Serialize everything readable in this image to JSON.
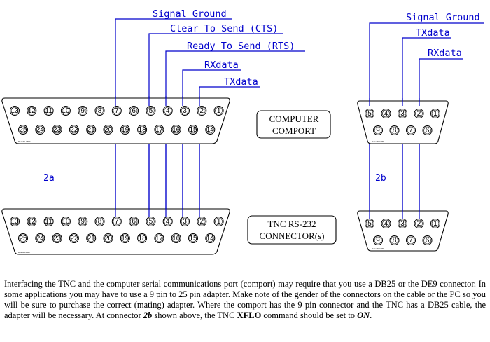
{
  "labels": {
    "db25_top": [
      "Signal Ground",
      "Clear To Send (CTS)",
      "Ready To Send (RTS)",
      "RXdata",
      "TXdata"
    ],
    "de9_top": [
      "Signal Ground",
      "TXdata",
      "RXdata"
    ]
  },
  "db25": {
    "row1": [
      "13",
      "12",
      "11",
      "10",
      "9",
      "8",
      "7",
      "6",
      "5",
      "4",
      "3",
      "2",
      "1"
    ],
    "row2": [
      "25",
      "24",
      "23",
      "22",
      "21",
      "20",
      "19",
      "18",
      "17",
      "16",
      "15",
      "14"
    ],
    "maker": "DesoRLAMP"
  },
  "de9": {
    "row1": [
      "5",
      "4",
      "3",
      "2",
      "1"
    ],
    "row2": [
      "9",
      "8",
      "7",
      "6"
    ],
    "maker": "DesoRLAMP"
  },
  "boxes": {
    "computer": [
      "COMPUTER",
      "COMPORT"
    ],
    "tnc": [
      "TNC RS-232",
      "CONNECTOR(s)"
    ]
  },
  "figure_labels": {
    "a": "2a",
    "b": "2b"
  },
  "caption": {
    "text1": "Interfacing the TNC and the computer serial communications port (comport) may require that you use a DB25 or the DE9 connector.  In some applications you may have to use a 9 pin to 25 pin adapter.  Make note of the gender of the connectors on the cable or the PC so you will be sure to purchase the correct (mating) adapter.  Where the comport has the 9 pin connector and the TNC has a DB25 cable, the adapter will be necessary.  At connector ",
    "em1": "2b",
    "text2": " shown above, the TNC ",
    "strong1": "XFLO",
    "text3": " command should be set to ",
    "em2": "ON",
    "text4": "."
  },
  "colors": {
    "wire": "#0000cc",
    "outline": "#000000",
    "label": "#0000cc"
  }
}
